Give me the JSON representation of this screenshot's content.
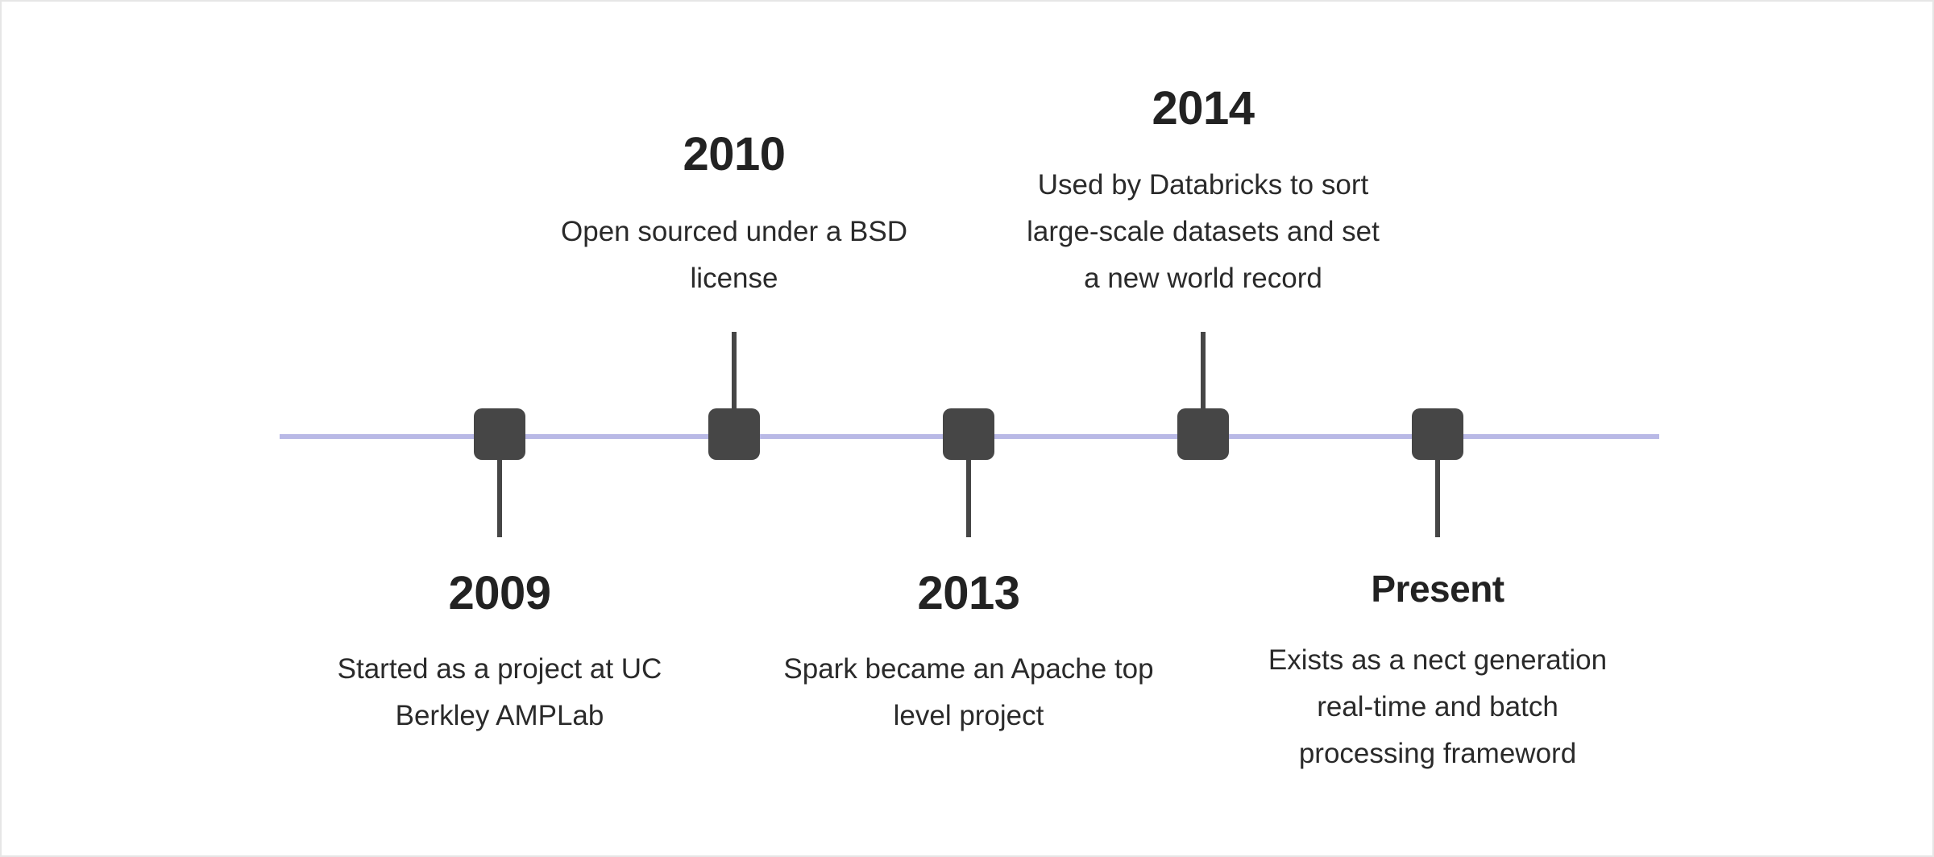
{
  "timeline": {
    "events": [
      {
        "year": "2009",
        "description": "Started as a project at UC Berkley AMPLab"
      },
      {
        "year": "2010",
        "description": "Open sourced under a BSD license"
      },
      {
        "year": "2013",
        "description": "Spark became an Apache top level project"
      },
      {
        "year": "2014",
        "description": "Used by Databricks to sort large-scale datasets and set a new world record"
      },
      {
        "year": "Present",
        "description": "Exists as a nect generation real-time and batch processing frameword"
      }
    ],
    "colors": {
      "axis": "#b9b9e6",
      "marker": "#464646",
      "text": "#222222"
    }
  }
}
